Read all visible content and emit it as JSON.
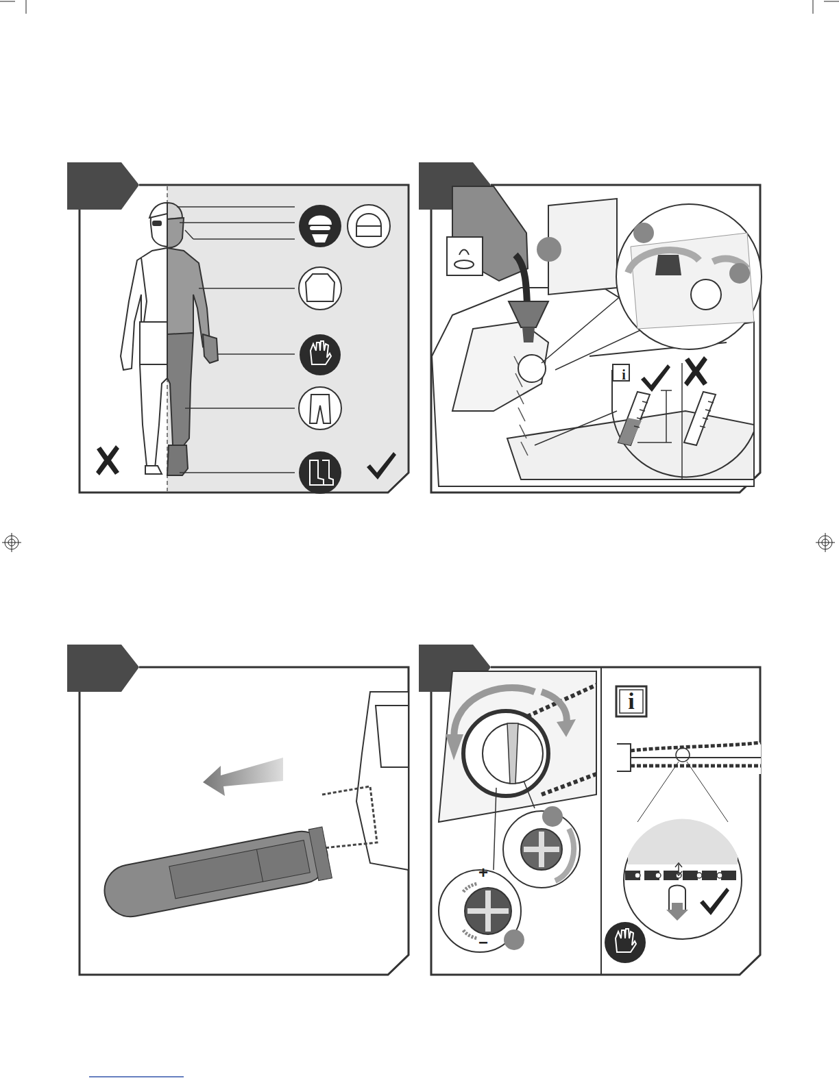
{
  "diagram": {
    "labels": [
      "i",
      "+",
      "−",
      "i"
    ]
  }
}
